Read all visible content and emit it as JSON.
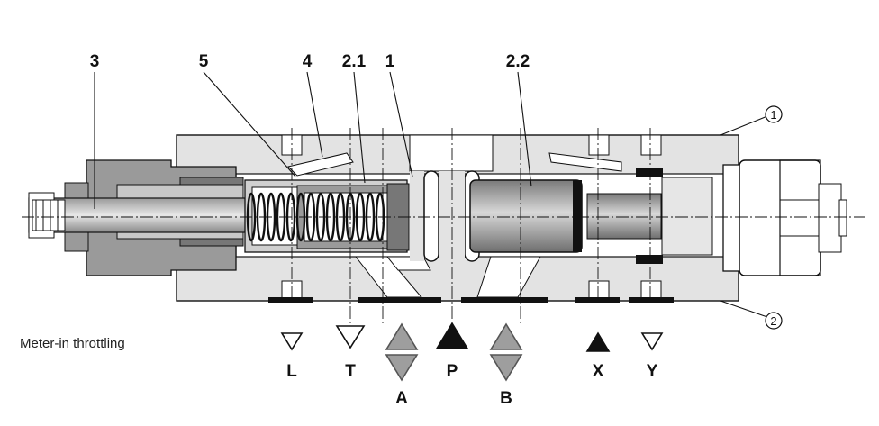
{
  "caption": "Meter-in throttling",
  "callouts": [
    "3",
    "5",
    "4",
    "2.1",
    "1",
    "2.2"
  ],
  "circled_refs": [
    "1",
    "2"
  ],
  "ports": [
    {
      "label": "L",
      "symbol": "open-down"
    },
    {
      "label": "T",
      "symbol": "open-down"
    },
    {
      "label": "A",
      "symbol": "grey-up-down"
    },
    {
      "label": "P",
      "symbol": "filled-up"
    },
    {
      "label": "B",
      "symbol": "grey-up-down"
    },
    {
      "label": "X",
      "symbol": "filled-up"
    },
    {
      "label": "Y",
      "symbol": "open-down"
    }
  ],
  "colors": {
    "body_fill": "#e3e3e3",
    "part_fill": "#c8c8c8",
    "dark_part": "#9a9a9a",
    "outline": "#111111",
    "symbol_grey": "#9e9e9e",
    "symbol_black": "#111111"
  }
}
